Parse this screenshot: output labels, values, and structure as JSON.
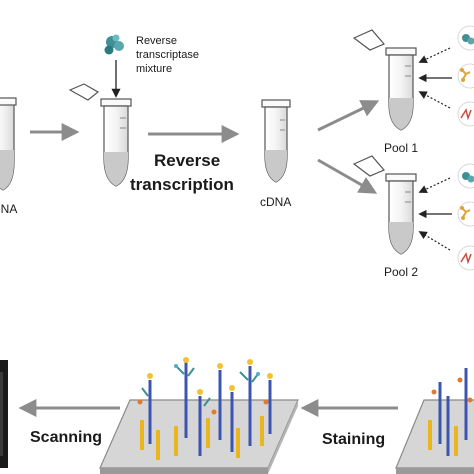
{
  "labels": {
    "left_tube": "cDNA",
    "enzyme_mixture_line1": "Reverse",
    "enzyme_mixture_line2": "transcriptase",
    "enzyme_mixture_line3": "mixture",
    "step_reverse_line1": "Reverse",
    "step_reverse_line2": "transcription",
    "cdna_tube": "cDNA",
    "pool1": "Pool 1",
    "pool2": "Pool 2",
    "scanning": "Scanning",
    "staining": "Staining"
  },
  "colors": {
    "arrow": "#8c8c8c",
    "tube_liquid": "#c9c9c9",
    "enzyme": "#3f8f96",
    "probe_orange": "#e0a33a",
    "probe_red": "#c85040",
    "strand_blue": "#3c56b0",
    "strand_yellow": "#e9b620",
    "array_surface": "#d6d6d6"
  },
  "icons": [
    "tube-icon",
    "enzyme-icon",
    "probe-icon",
    "array-chip-icon",
    "scanner-icon"
  ]
}
